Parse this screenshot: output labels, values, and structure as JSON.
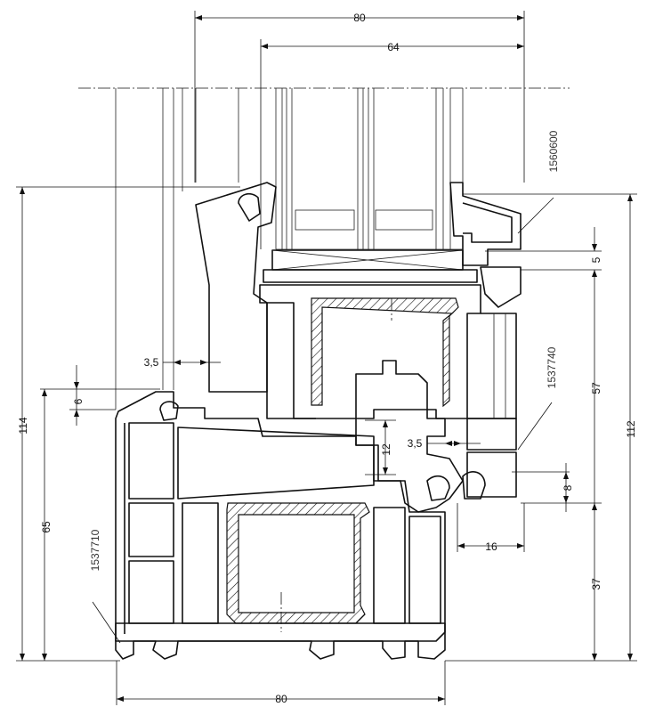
{
  "dimensions": {
    "top_overall": "80",
    "top_glazing": "64",
    "left_total": "114",
    "left_frame": "65",
    "right_total": "112",
    "right_sash": "57",
    "right_frame": "37",
    "right_small_top": "5",
    "right_small_bottom": "8",
    "gap_left": "3,5",
    "gap_center": "3,5",
    "step_left": "6",
    "rebate": "12",
    "overlap": "16",
    "bottom_overall": "80"
  },
  "part_numbers": {
    "glazing_bead": "1560600",
    "sash": "1537740",
    "frame": "1537710"
  }
}
